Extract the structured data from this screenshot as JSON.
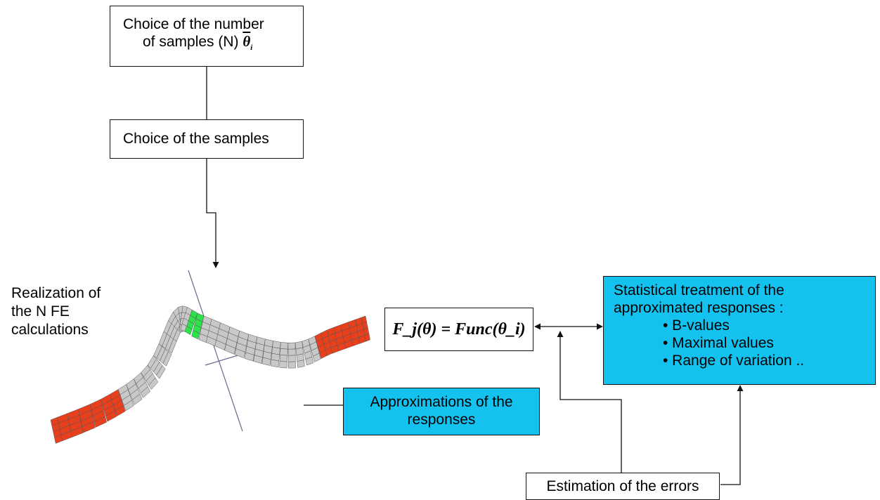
{
  "steps": {
    "choice_number": {
      "line1": "Choice of the number",
      "line2": "of samples (N) ",
      "symbol": "θ",
      "symbol_sub": "i"
    },
    "choice_samples": "Choice of the samples",
    "realization": {
      "line1": "Realization of",
      "line2": "the N FE",
      "line3": "calculations"
    },
    "approximations": {
      "line1": "Approximations of the",
      "line2": "responses"
    },
    "formula": "F_j(θ) = Func(θ_i)",
    "statistical": {
      "title_line1": "Statistical treatment of the",
      "title_line2": "approximated responses :",
      "bullets": [
        "• B-values",
        "• Maximal values",
        "• Range of variation .."
      ]
    },
    "estimation": "Estimation of the errors"
  },
  "colors": {
    "box_highlight": "#14c2ef",
    "mesh_red": "#e8401c",
    "mesh_green": "#2ee24a",
    "mesh_gray": "#c8c8c8"
  }
}
